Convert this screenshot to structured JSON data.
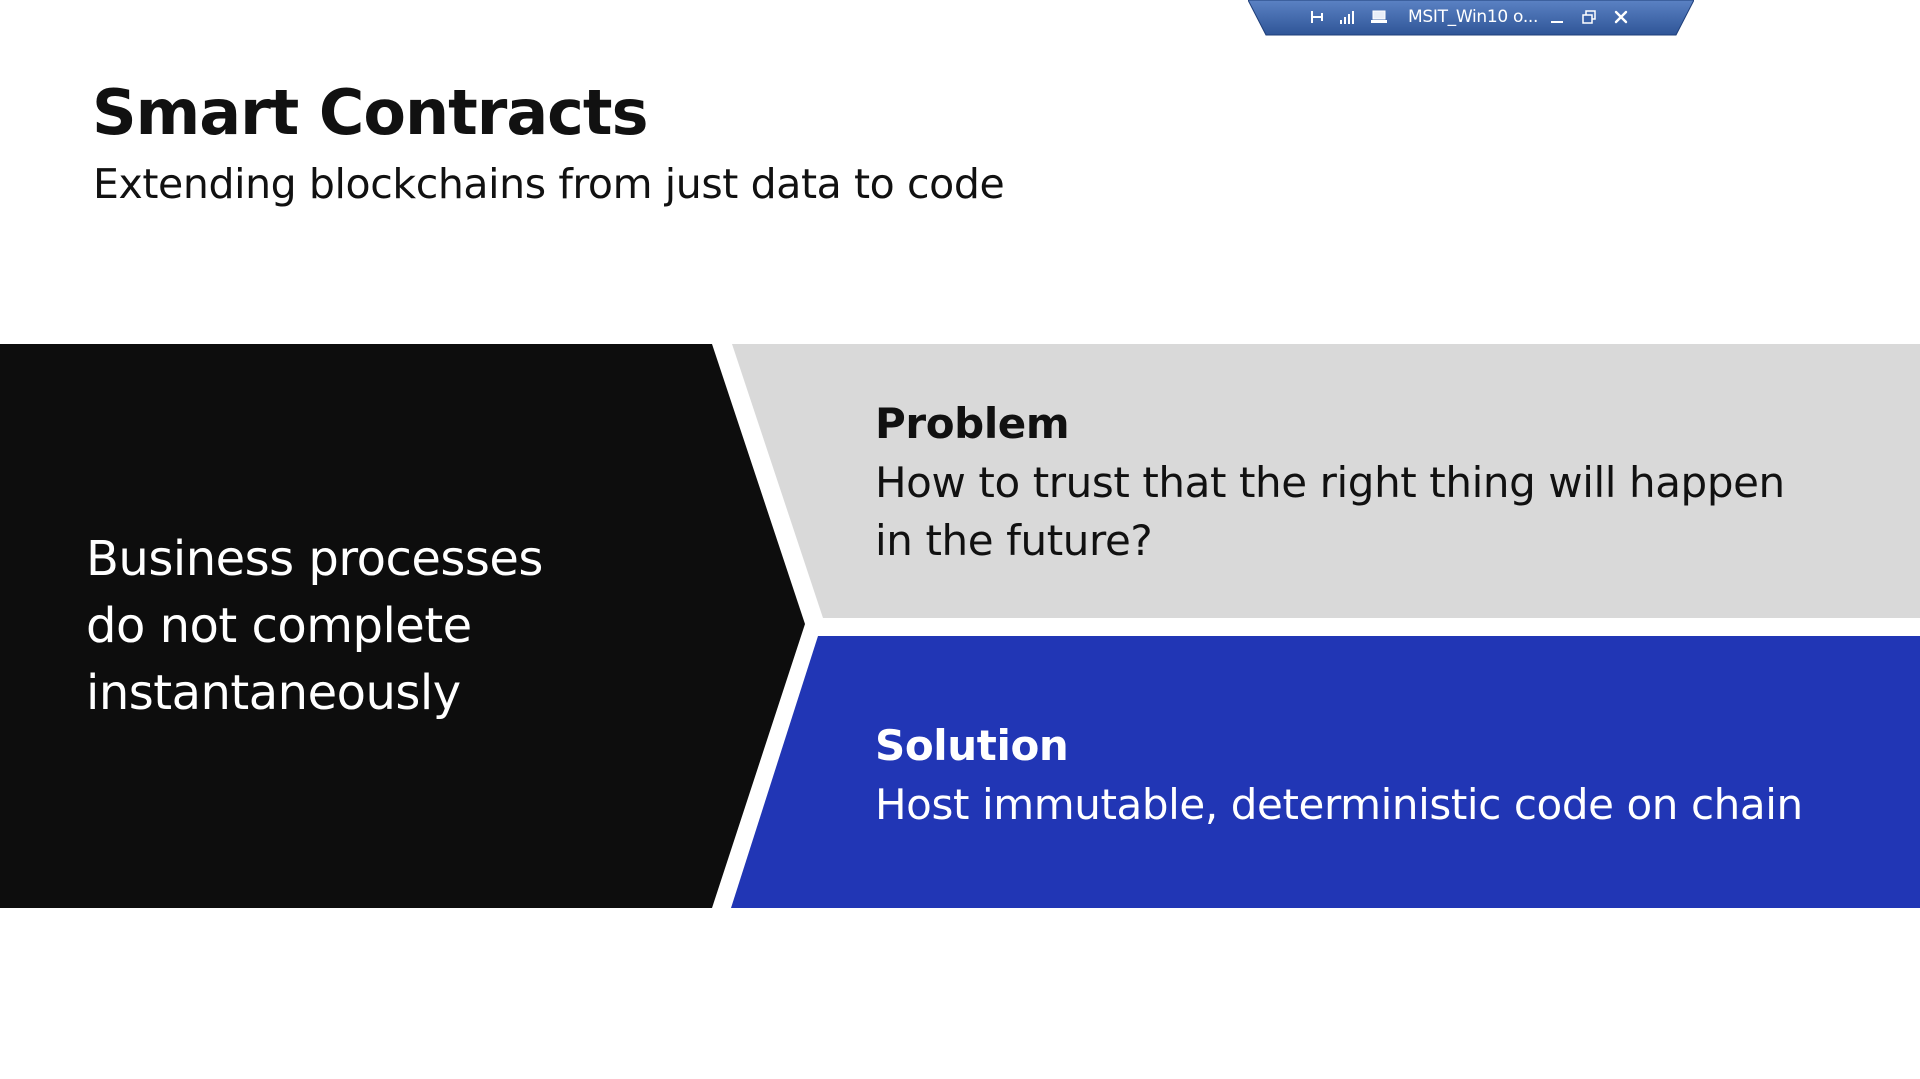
{
  "rdp_bar": {
    "title": "MSIT_Win10 o...",
    "icons": [
      "pin-icon",
      "signal-icon",
      "remote-computer-icon",
      "minimize-icon",
      "restore-icon",
      "close-icon"
    ]
  },
  "slide": {
    "title": "Smart Contracts",
    "subtitle": "Extending blockchains from just data to code",
    "left_block": {
      "lines": [
        "Business processes",
        "do not complete",
        "instantaneously"
      ]
    },
    "problem": {
      "heading": "Problem",
      "lines": [
        "How to trust that the right thing will happen",
        "in the future?"
      ]
    },
    "solution": {
      "heading": "Solution",
      "body": "Host immutable, deterministic code on chain"
    }
  },
  "colors": {
    "left_block": "#0d0d0d",
    "problem_block": "#d9d9d9",
    "solution_block": "#2136b5",
    "rdp_bar": "#3a62a8"
  }
}
